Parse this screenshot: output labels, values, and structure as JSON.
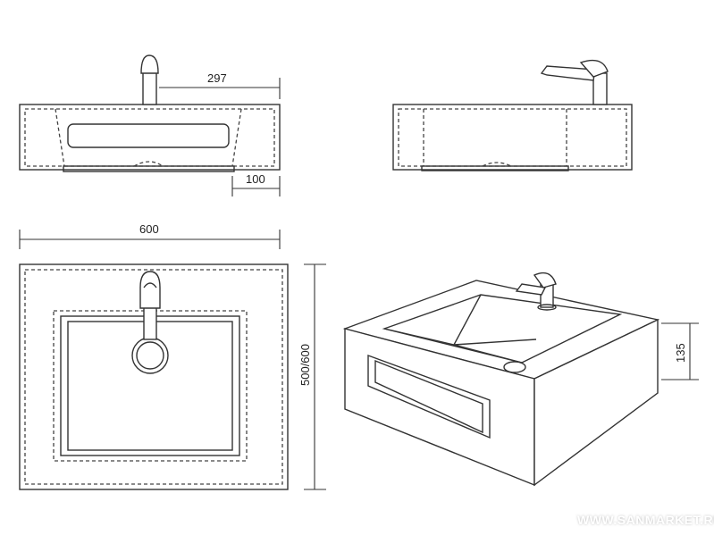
{
  "dimensions": {
    "faucet_offset": "297",
    "side_offset": "100",
    "width": "600",
    "depth": "500/600",
    "height": "135"
  },
  "watermark": "WWW.SANMARKET.RU"
}
